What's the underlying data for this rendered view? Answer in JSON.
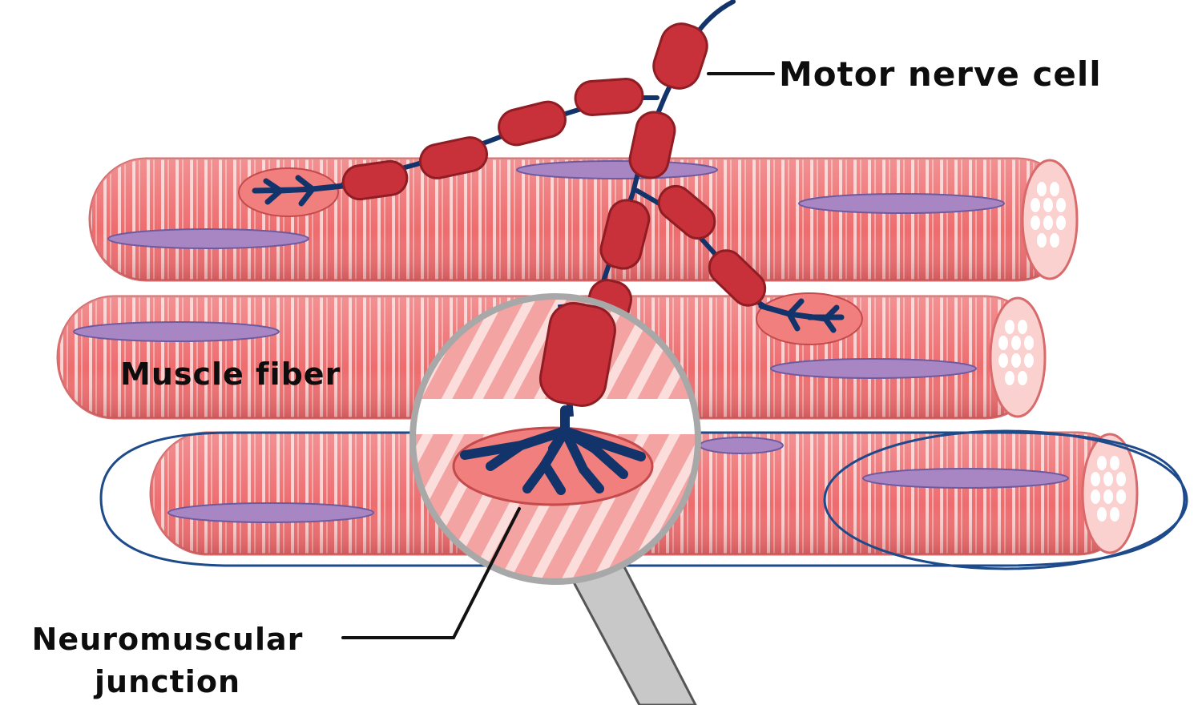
{
  "labels": {
    "motor_nerve_cell": "Motor nerve cell",
    "muscle_fiber": "Muscle fiber",
    "nmj_line1": "Neuromuscular",
    "nmj_line2": "junction"
  },
  "colors": {
    "fiber_light": "#f7a9a8",
    "fiber_stripe": "#e45f61",
    "fiber_edge": "#c44a4c",
    "nucleus": "#a886c4",
    "nucleus_edge": "#6e5a9e",
    "myelin": "#c8303a",
    "myelin_dark": "#8f1d24",
    "axon": "#12346b",
    "endplate": "#f07f7d",
    "outline_blue": "#1d4a8a",
    "lens_rim": "#a8a8a8",
    "handle": "#c8c8c8",
    "leader": "#111111"
  }
}
